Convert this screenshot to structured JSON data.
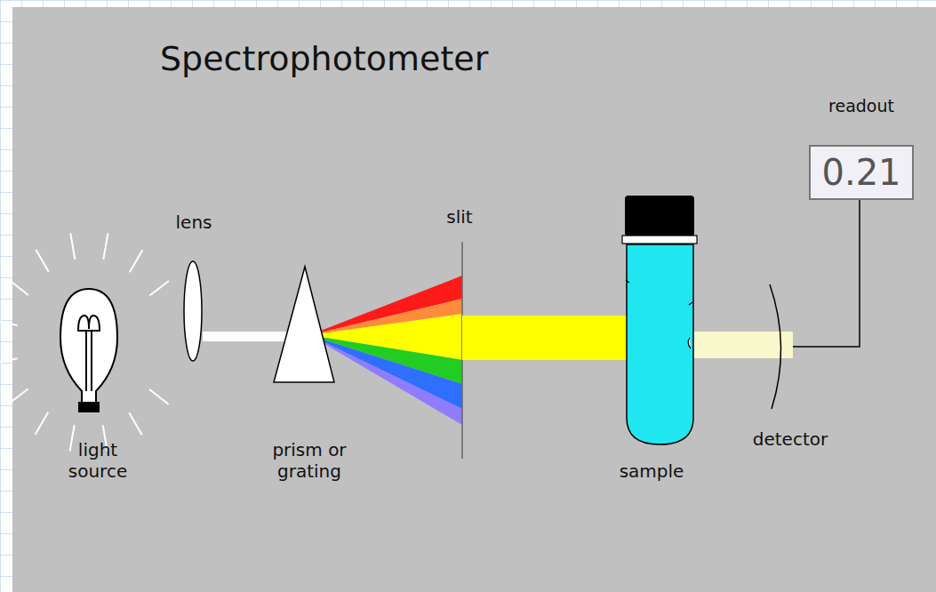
{
  "diagram": {
    "title": "Spectrophotometer",
    "nodes": [
      {
        "text": [
          "readout",
          "0.21"
        ]
      }
    ],
    "labels": [
      "lens",
      "slit",
      "light source",
      "prism or grating",
      "sample",
      "detector"
    ]
  }
}
